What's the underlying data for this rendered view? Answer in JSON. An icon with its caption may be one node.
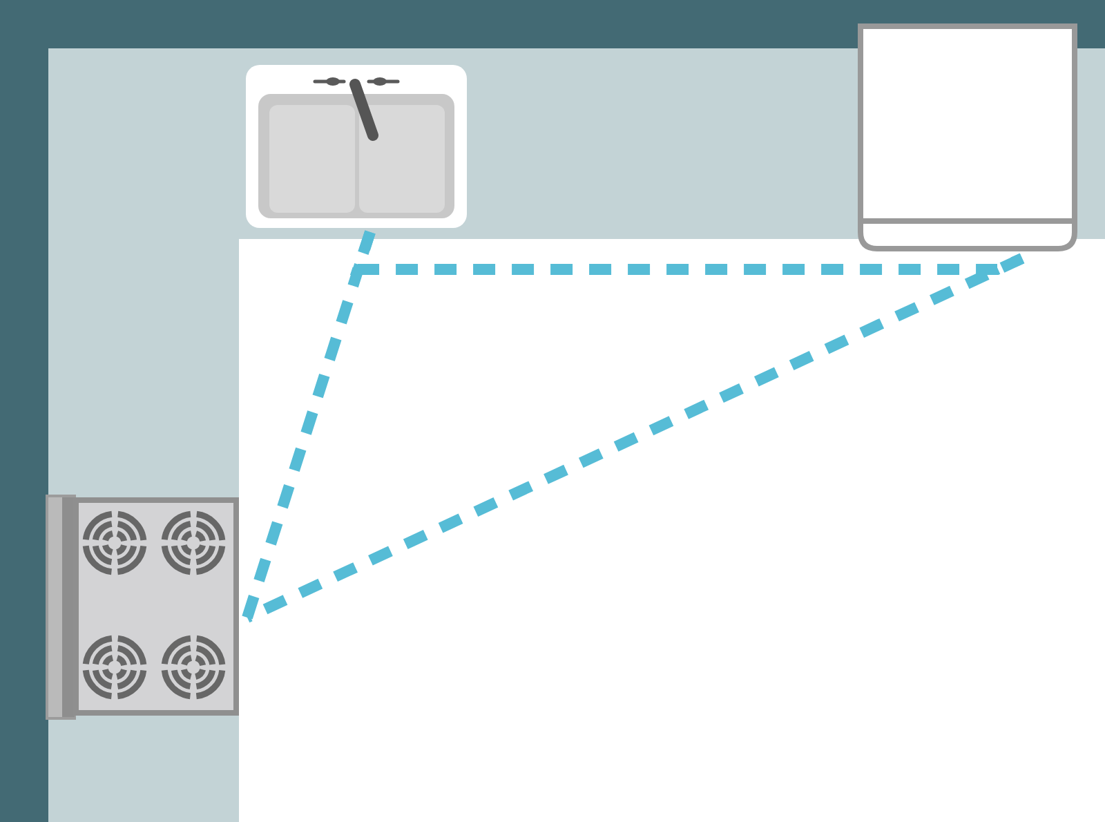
{
  "diagram": {
    "nodes": [
      {
        "text": [],
        "shape": "picture"
      },
      {
        "text": [],
        "shape": "picture"
      },
      {
        "text": [],
        "shape": "picture"
      }
    ],
    "edges": [
      {
        "from": 0,
        "to": 1,
        "arrow": "none",
        "style": "dashed"
      },
      {
        "from": 1,
        "to": 2,
        "arrow": "none",
        "style": "dashed"
      },
      {
        "from": 2,
        "to": 0,
        "arrow": "none",
        "style": "dashed"
      }
    ]
  }
}
